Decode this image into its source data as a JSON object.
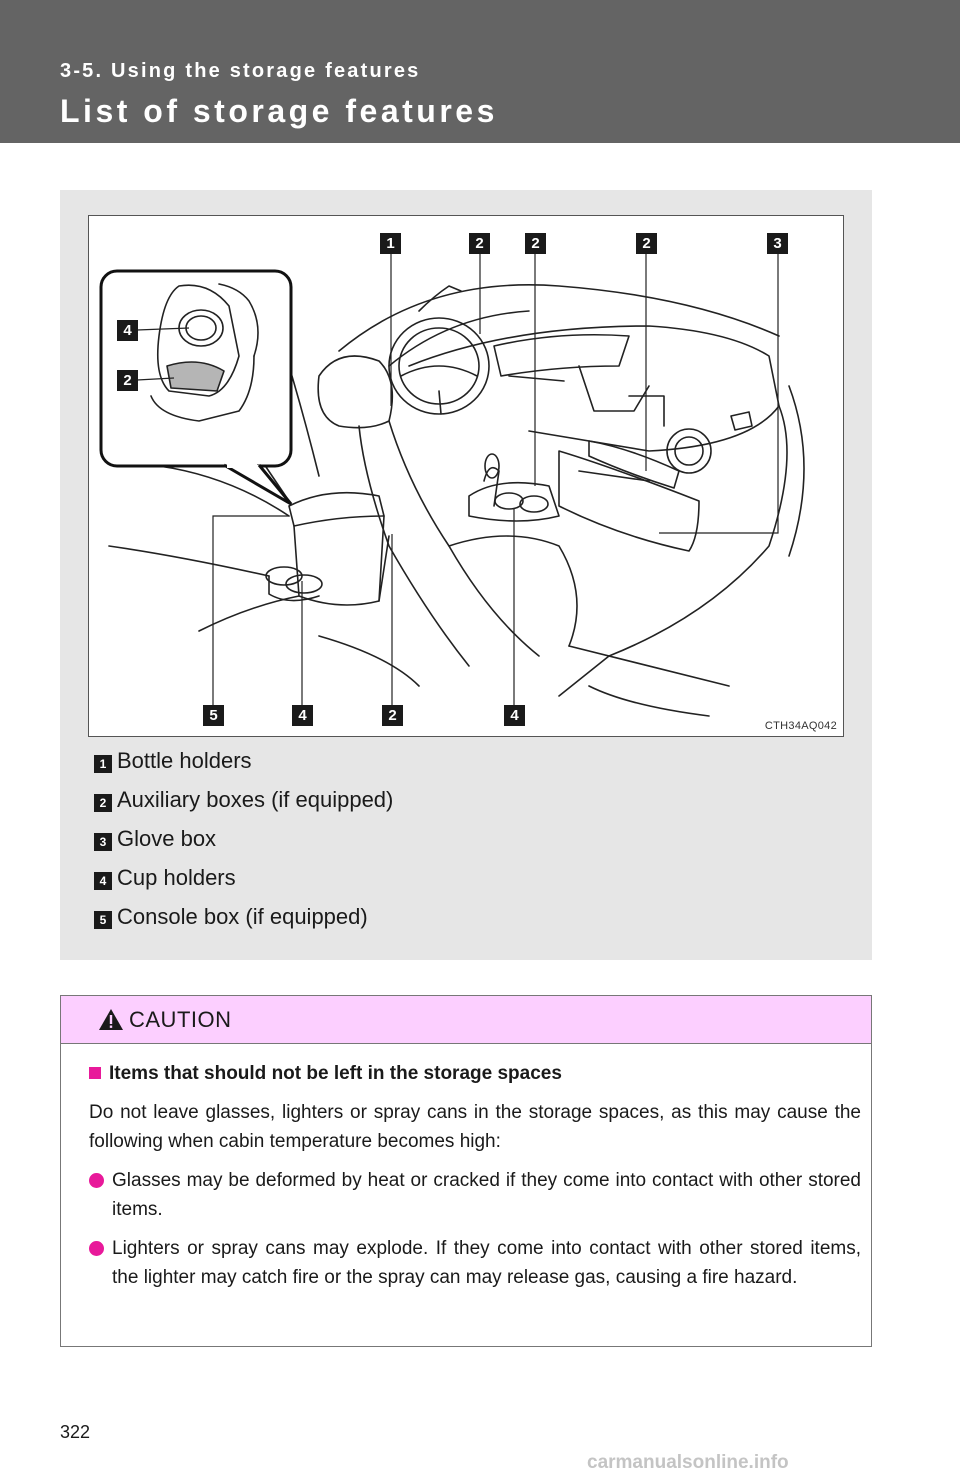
{
  "header": {
    "section": "3-5. Using the storage features",
    "title": "List of storage features"
  },
  "figure": {
    "code": "CTH34AQ042",
    "callouts_top": [
      "1",
      "2",
      "2",
      "2",
      "3"
    ],
    "callouts_inset": [
      "4",
      "2"
    ],
    "callouts_bottom": [
      "5",
      "4",
      "2",
      "4"
    ]
  },
  "legend": [
    {
      "num": "1",
      "label": "Bottle holders"
    },
    {
      "num": "2",
      "label": "Auxiliary boxes (if equipped)"
    },
    {
      "num": "3",
      "label": "Glove box"
    },
    {
      "num": "4",
      "label": "Cup holders"
    },
    {
      "num": "5",
      "label": "Console box (if equipped)"
    }
  ],
  "caution": {
    "title": "CAUTION",
    "subheading": "Items that should not be left in the storage spaces",
    "intro": "Do not leave glasses, lighters or spray cans in the storage spaces, as this may cause the following when cabin temperature becomes high:",
    "bullets": [
      "Glasses may be deformed by heat or cracked if they come into contact with other stored items.",
      "Lighters or spray cans may explode. If they come into contact with other stored items, the lighter may catch fire or the spray can may release gas, causing a fire hazard."
    ]
  },
  "page_number": "322",
  "watermark": "carmanualsonline.info",
  "colors": {
    "header_bg": "#646464",
    "panel_bg": "#e6e6e6",
    "caution_header_bg": "#fccfff",
    "bullet_accent": "#e8199a"
  }
}
